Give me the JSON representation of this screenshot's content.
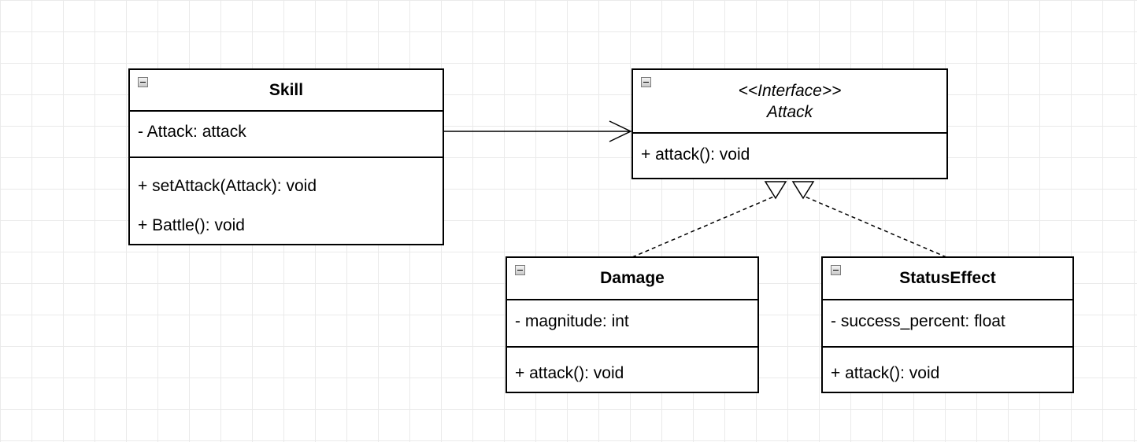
{
  "diagram": {
    "classes": [
      {
        "name": "Skill",
        "attributes": [
          "- Attack: attack"
        ],
        "operations": [
          "+ setAttack(Attack): void",
          "+ Battle(): void"
        ]
      },
      {
        "stereotype": "<<Interface>>",
        "name": "Attack",
        "attributes": [],
        "operations": [
          "+ attack(): void"
        ]
      },
      {
        "name": "Damage",
        "attributes": [
          "- magnitude: int"
        ],
        "operations": [
          "+ attack(): void"
        ]
      },
      {
        "name": "StatusEffect",
        "attributes": [
          "- success_percent: float"
        ],
        "operations": [
          "+ attack(): void"
        ]
      }
    ],
    "relationships": [
      {
        "type": "association",
        "from": "Skill",
        "to": "Attack",
        "line": "solid",
        "head": "open-arrow"
      },
      {
        "type": "realization",
        "from": "Damage",
        "to": "Attack",
        "line": "dashed",
        "head": "hollow-triangle"
      },
      {
        "type": "realization",
        "from": "StatusEffect",
        "to": "Attack",
        "line": "dashed",
        "head": "hollow-triangle"
      }
    ]
  }
}
